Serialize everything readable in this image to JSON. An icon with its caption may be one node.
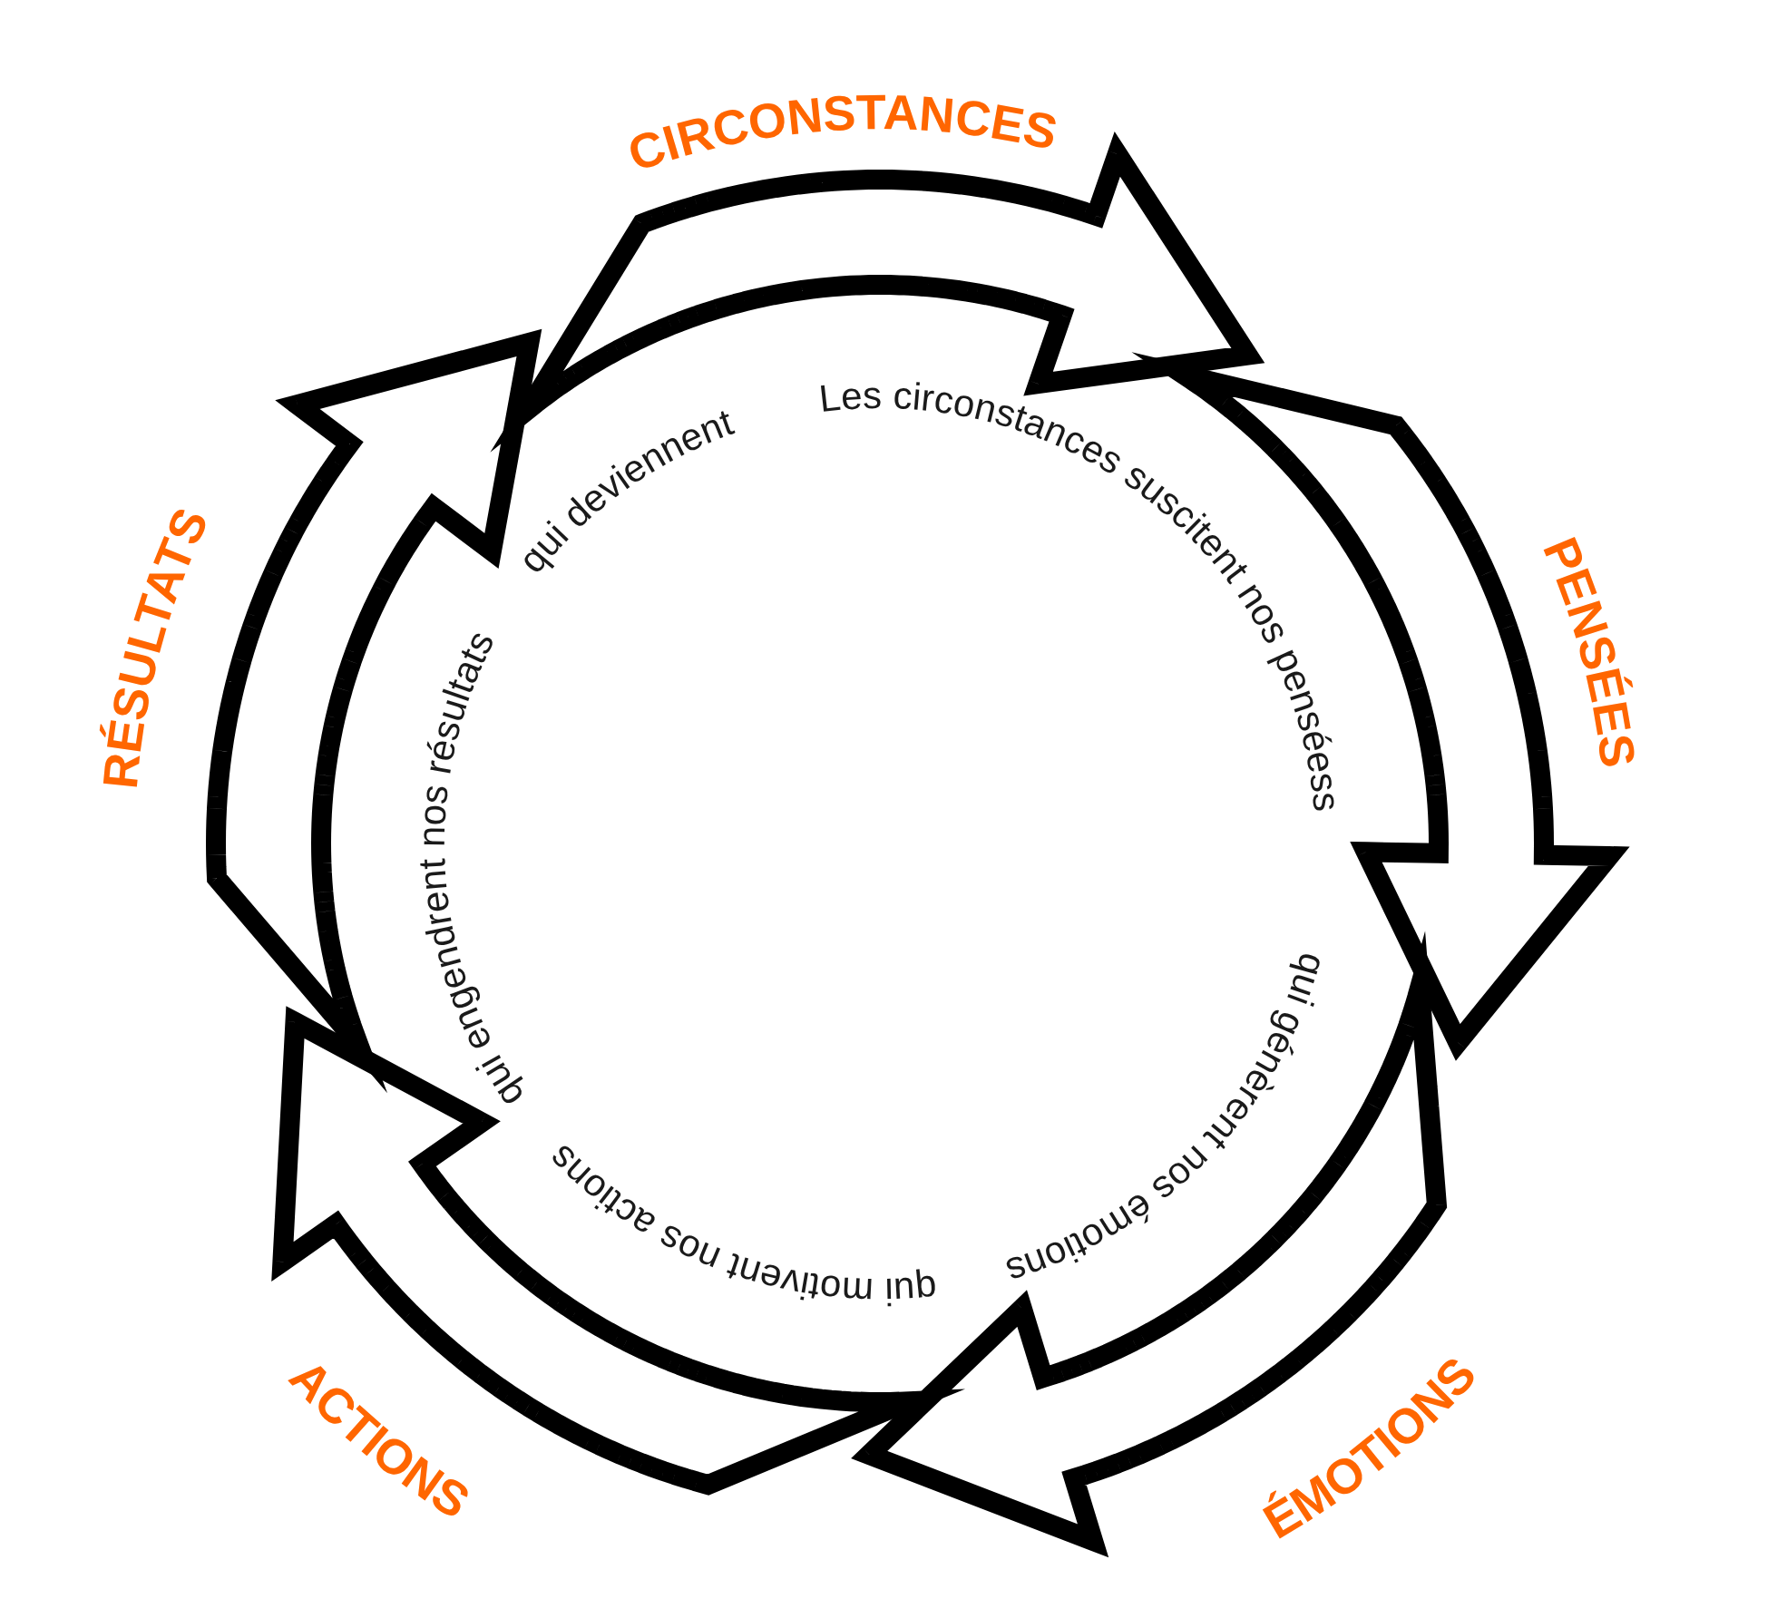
{
  "diagram": {
    "nodes": [
      {
        "text": [
          "CIRCONSTANCES"
        ]
      },
      {
        "text": [
          "PENSÉES"
        ]
      },
      {
        "text": [
          "ÉMOTIONS"
        ]
      },
      {
        "text": [
          "ACTIONS"
        ]
      },
      {
        "text": [
          "RÉSULTATS"
        ]
      }
    ],
    "labels": [
      "Les circonstances suscitent nos penséess",
      "qui génèrent nos émotions",
      "qui motivent nos actions",
      "qui engendrent nos résultats",
      "qui deviennent"
    ]
  }
}
